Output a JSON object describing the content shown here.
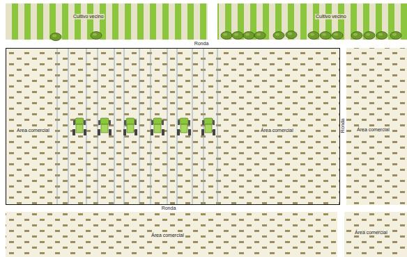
{
  "diagram": {
    "nodes": [
      {
        "text": [
          "Cultivo vecino"
        ]
      },
      {
        "text": [
          "Cultivo vecino"
        ]
      },
      {
        "text": [
          "Area comercial",
          "Área comercial"
        ]
      },
      {
        "text": [
          "Área comercial"
        ]
      },
      {
        "text": [
          "Área comercial"
        ]
      },
      {
        "text": [
          "Área comercial"
        ]
      }
    ],
    "labels": [
      "Ronda",
      "Ronda",
      "Ronda"
    ]
  }
}
